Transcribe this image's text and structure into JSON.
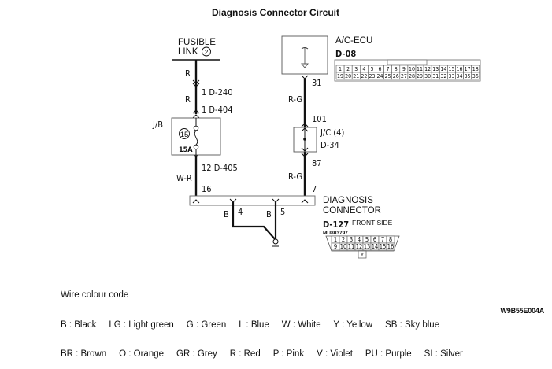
{
  "title": "Diagnosis Connector Circuit",
  "fusible_link": {
    "line1": "FUSIBLE",
    "line2": "LINK",
    "number": "2"
  },
  "left_circuit": {
    "wire1_color": "R",
    "wire2_color": "R",
    "conn1": "1  D-240",
    "conn2": "1  D-404",
    "jb_label": "J/B",
    "fuse_number": "15",
    "fuse_rating": "15A",
    "conn3": "12  D-405",
    "wire3_color": "W-R",
    "pin": "16"
  },
  "ecu": {
    "name": "A/C-ECU",
    "connector": "D-08",
    "pin_out": "31",
    "wire_color": "R-G",
    "pins_row1": [
      "1",
      "2",
      "3",
      "4",
      "5",
      "6",
      "7",
      "8",
      "9",
      "10",
      "11",
      "12",
      "13",
      "14",
      "15",
      "16",
      "17",
      "18"
    ],
    "pins_row2": [
      "19",
      "20",
      "21",
      "22",
      "23",
      "24",
      "25",
      "26",
      "27",
      "28",
      "29",
      "30",
      "31",
      "32",
      "33",
      "34",
      "35",
      "36"
    ]
  },
  "joint": {
    "pin_in": "101",
    "label1": "J/C (4)",
    "label2": "D-34",
    "pin_out": "87",
    "wire_color": "R-G",
    "pin": "7"
  },
  "diag_connector": {
    "line1": "DIAGNOSIS",
    "line2": "CONNECTOR",
    "id": "D-127",
    "side": "FRONT SIDE",
    "part_no": "MU803797",
    "pins_row1": [
      "1",
      "2",
      "3",
      "4",
      "5",
      "6",
      "7",
      "8"
    ],
    "pins_row2": [
      "9",
      "10",
      "11",
      "12",
      "13",
      "14",
      "15",
      "16"
    ],
    "key": "Y",
    "ground_pins": [
      {
        "pin": "4",
        "wire": "B"
      },
      {
        "pin": "5",
        "wire": "B"
      }
    ]
  },
  "legend": {
    "title": "Wire colour code",
    "line1": "B : Black     LG : Light green     G : Green     L : Blue     W : White     Y : Yellow     SB : Sky blue",
    "line2": "BR : Brown     O : Orange     GR : Grey     R : Red     P : Pink     V : Violet     PU : Purple     SI : Silver"
  },
  "figure_id": "W9B55E004A"
}
